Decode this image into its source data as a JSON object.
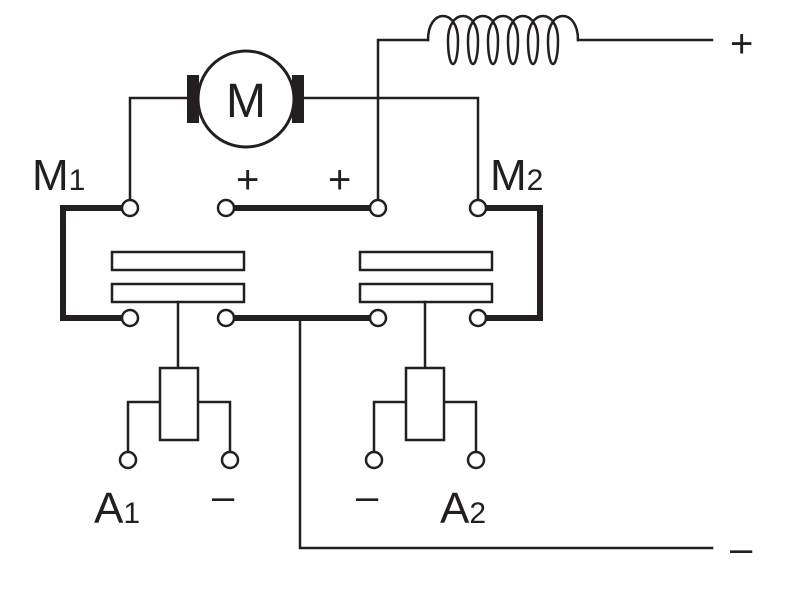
{
  "motor": {
    "letter": "M"
  },
  "labels": {
    "m1": {
      "main": "M",
      "sub": "1"
    },
    "m2": {
      "main": "M",
      "sub": "2"
    },
    "a1": {
      "main": "A",
      "sub": "1"
    },
    "a2": {
      "main": "A",
      "sub": "2"
    }
  },
  "polarity": {
    "supply_positive": "+",
    "supply_negative": "–",
    "contact_left_positive": "+",
    "contact_right_positive": "+",
    "coil_a1_negative": "–",
    "coil_a2_negative": "–"
  },
  "colors": {
    "line": "#231f20",
    "background": "#ffffff"
  }
}
